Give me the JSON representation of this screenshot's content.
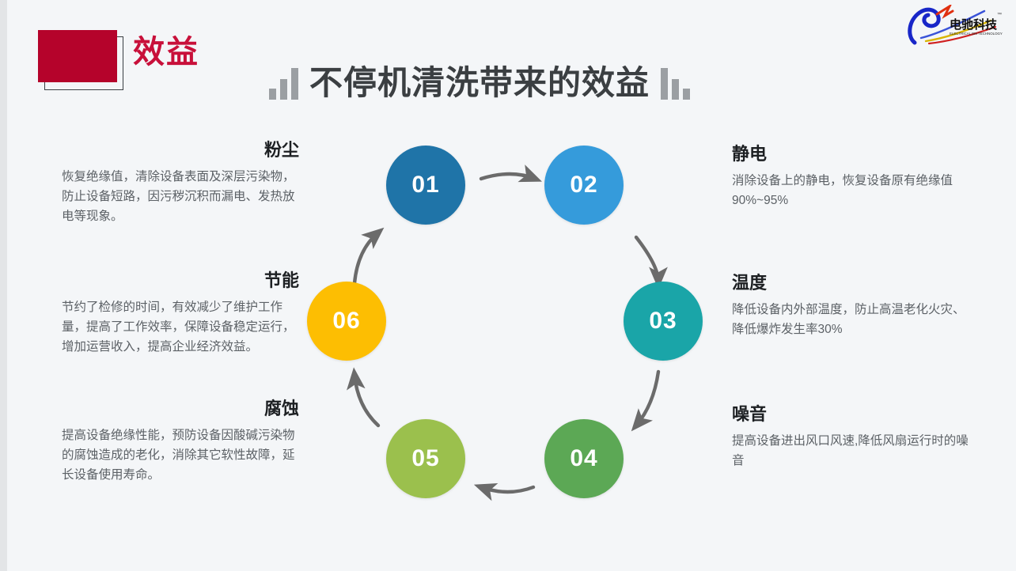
{
  "header": {
    "badge_label": "效益",
    "badge_fill_color": "#b5032b",
    "title": "不停机清洗带来的效益",
    "title_color": "#3b3f42",
    "decor_left_icon": "ascending-bars-icon",
    "decor_right_icon": "descending-bars-icon"
  },
  "logo": {
    "brand_cn": "电驰科技",
    "brand_en": "ELECTRICAL DM TECHNOLOGY",
    "trademark": "™"
  },
  "diagram": {
    "type": "cycle",
    "steps": [
      {
        "number": "01",
        "color": "#1f74a8",
        "topic": "粉尘"
      },
      {
        "number": "02",
        "color": "#359bdb",
        "topic": "静电"
      },
      {
        "number": "03",
        "color": "#1aa5a8",
        "topic": "温度"
      },
      {
        "number": "04",
        "color": "#5ca855",
        "topic": "噪音"
      },
      {
        "number": "05",
        "color": "#9bc04d",
        "topic": "腐蚀"
      },
      {
        "number": "06",
        "color": "#fdbe02",
        "topic": "节能"
      }
    ],
    "arrow_color": "#6b6b6b"
  },
  "blocks": {
    "dust": {
      "heading": "粉尘",
      "body": "恢复绝缘值，清除设备表面及深层污染物，防止设备短路，因污秽沉积而漏电、发热放电等现象。"
    },
    "energy": {
      "heading": "节能",
      "body": "节约了检修的时间，有效减少了维护工作量，提高了工作效率，保障设备稳定运行，增加运营收入，提高企业经济效益。"
    },
    "corrosion": {
      "heading": "腐蚀",
      "body": "提高设备绝缘性能，预防设备因酸碱污染物的腐蚀造成的老化，消除其它软性故障，延长设备使用寿命。"
    },
    "static": {
      "heading": "静电",
      "body": "消除设备上的静电，恢复设备原有绝缘值90%~95%"
    },
    "temperature": {
      "heading": "温度",
      "body": "降低设备内外部温度，防止高温老化火灾、降低爆炸发生率30%"
    },
    "noise": {
      "heading": "噪音",
      "body": "提高设备进出风口风速,降低风扇运行时的噪音"
    }
  }
}
